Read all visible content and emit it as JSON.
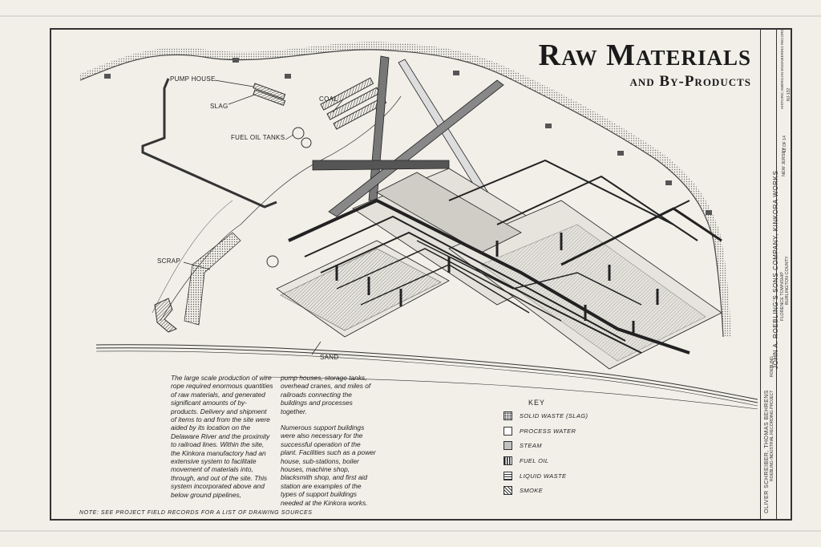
{
  "title": {
    "main": "Raw Materials",
    "sub": "and By-Products"
  },
  "labels": {
    "pump_house": "PUMP HOUSE",
    "slag": "SLAG",
    "coal": "COAL",
    "fuel_oil_tanks": "FUEL OIL TANKS",
    "scrap": "SCRAP",
    "sand": "SAND"
  },
  "description": {
    "col1": "The large scale production of wire rope required enormous quantities of raw materials, and generated significant amounts of by-products. Delivery and shipment of items to and from the site were aided by its location on the Delaware River and the proximity to railroad lines. Within the site, the Kinkora manufactory had an extensive system to facilitate movement of materials into, through, and out of the site. This system incorporated above and below ground pipelines,",
    "col2a": "pump houses, storage tanks, overhead cranes, and miles of railroads connecting the buildings and processes together.",
    "col2b": "Numerous support buildings were also necessary for the successful operation of the plant. Facilities such as a power house, sub-stations, boiler houses, machine shop, blacksmith shop, and first aid station are examples of the types of support buildings needed at the Kinkora works."
  },
  "key": {
    "title": "KEY",
    "items": [
      {
        "label": "SOLID WASTE (SLAG)",
        "pattern": "slag"
      },
      {
        "label": "PROCESS WATER",
        "pattern": "water"
      },
      {
        "label": "STEAM",
        "pattern": "steam"
      },
      {
        "label": "FUEL OIL",
        "pattern": "oil"
      },
      {
        "label": "LIQUID WASTE",
        "pattern": "liquid"
      },
      {
        "label": "SMOKE",
        "pattern": "smoke"
      }
    ]
  },
  "note": "NOTE: SEE PROJECT FIELD RECORDS FOR A LIST OF DRAWING SOURCES",
  "title_block": {
    "project": "JOHN A. ROEBLING'S SONS COMPANY, KINKORA WORKS",
    "location": "FLORENCE TOWNSHIP",
    "county": "BURLINGTON COUNTY",
    "state": "NEW JERSEY",
    "survey": "HISTORIC AMERICAN ENGINEERING RECORD",
    "record_no": "NJ-132",
    "sheet": "12 OF 14",
    "delineators": "OLIVER SCHREIBER, THOMAS BEHRENS",
    "project_line": "ROEBLING INDUSTRIAL RECORDING PROJECT",
    "short_name": "ROEBLING"
  },
  "colors": {
    "paper": "#f1efe8",
    "ink": "#222222"
  }
}
